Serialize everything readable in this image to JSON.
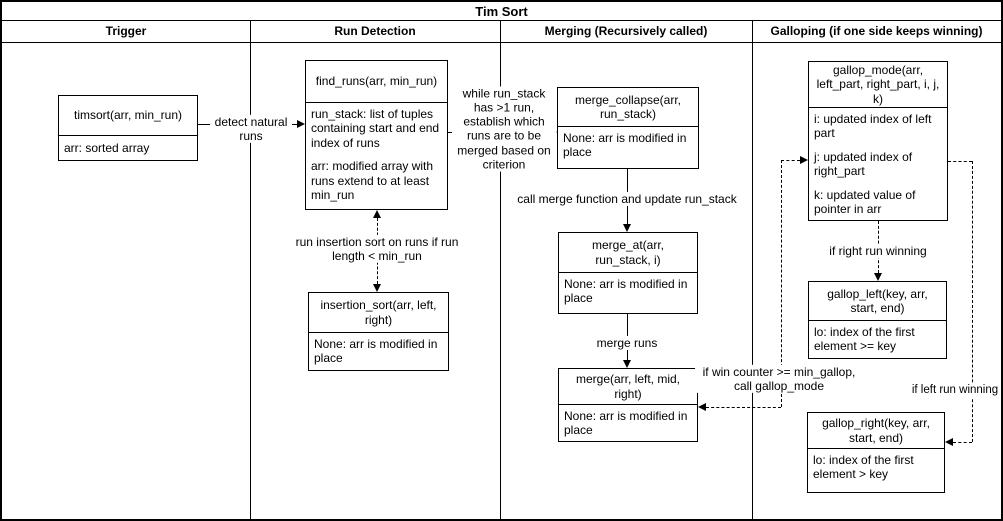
{
  "title": "Tim Sort",
  "lanes": [
    {
      "label": "Trigger"
    },
    {
      "label": "Run Detection"
    },
    {
      "label": "Merging (Recursively called)"
    },
    {
      "label": "Galloping (if one side keeps winning)"
    }
  ],
  "nodes": {
    "timsort": {
      "title": "timsort(arr, min_run)",
      "body": [
        "arr: sorted array"
      ]
    },
    "find_runs": {
      "title": "find_runs(arr, min_run)",
      "body": [
        "run_stack: list of tuples containing start and end index of runs",
        "arr: modified array with runs extend to at least min_run"
      ]
    },
    "insertion_sort": {
      "title": "insertion_sort(arr, left, right)",
      "body": [
        "None: arr is modified in place"
      ]
    },
    "merge_collapse": {
      "title": "merge_collapse(arr, run_stack)",
      "body": [
        "None: arr is modified in place"
      ]
    },
    "merge_at": {
      "title": "merge_at(arr, run_stack, i)",
      "body": [
        "None: arr is modified in place"
      ]
    },
    "merge": {
      "title": "merge(arr, left, mid, right)",
      "body": [
        "None: arr is modified in place"
      ]
    },
    "gallop_mode": {
      "title": "gallop_mode(arr, left_part, right_part, i, j, k)",
      "body": [
        "i: updated index of left part",
        "j: updated index of right_part",
        "k: updated value of pointer in arr"
      ]
    },
    "gallop_left": {
      "title": "gallop_left(key, arr, start, end)",
      "body": [
        "lo: index of the first element >= key"
      ]
    },
    "gallop_right": {
      "title": "gallop_right(key, arr, start, end)",
      "body": [
        "lo: index of the first element > key"
      ]
    }
  },
  "edges": {
    "detect_natural_runs": {
      "label": "detect natural runs"
    },
    "while_run_stack": {
      "label": "while run_stack has >1 run, establish which runs are to be merged based on criterion"
    },
    "run_insertion_sort": {
      "label": "run insertion sort on runs if run length < min_run"
    },
    "call_merge": {
      "label": "call merge function and update run_stack"
    },
    "merge_runs": {
      "label": "merge runs"
    },
    "win_counter": {
      "label": "if win counter >= min_gallop, call gallop_mode"
    },
    "right_run_winning": {
      "label": "if right run winning"
    },
    "left_run_winning": {
      "label": "if left run winning"
    }
  },
  "colors": {
    "line": "#000000",
    "background": "#ffffff",
    "text": "#000000"
  }
}
